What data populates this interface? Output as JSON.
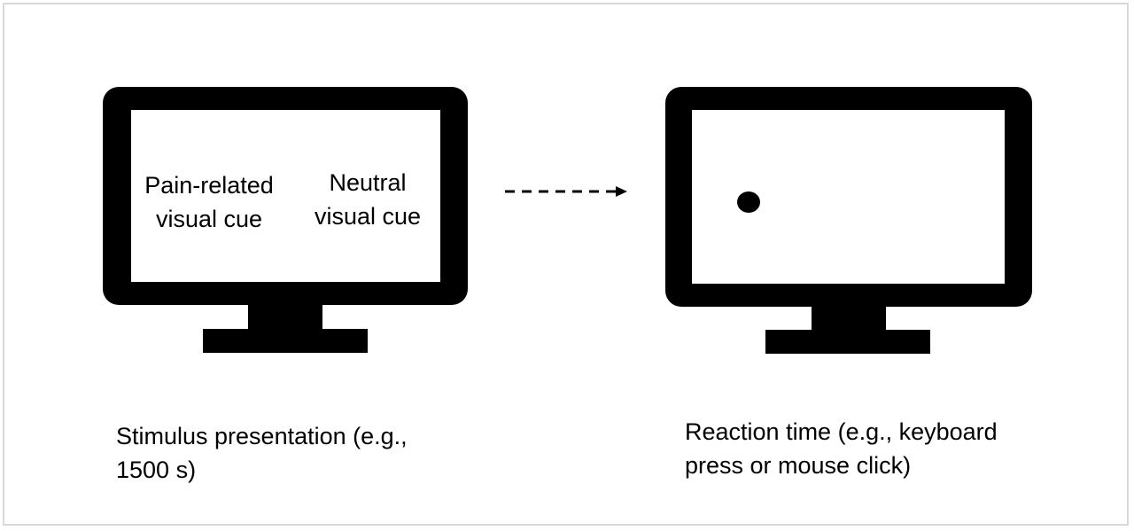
{
  "colors": {
    "monitor": "#000000",
    "screen": "#ffffff",
    "frame_border": "#d9d9d9",
    "arrow": "#000000"
  },
  "left_monitor": {
    "cue_pain": [
      "Pain-related",
      "visual cue"
    ],
    "cue_neutral": [
      "Neutral",
      "visual cue"
    ]
  },
  "right_monitor": {
    "dot": true
  },
  "arrow": {
    "style": "dashed"
  },
  "captions": {
    "left": [
      "Stimulus presentation (e.g.,",
      "1500 s)"
    ],
    "right": [
      "Reaction time (e.g., keyboard",
      "press or mouse click)"
    ]
  }
}
